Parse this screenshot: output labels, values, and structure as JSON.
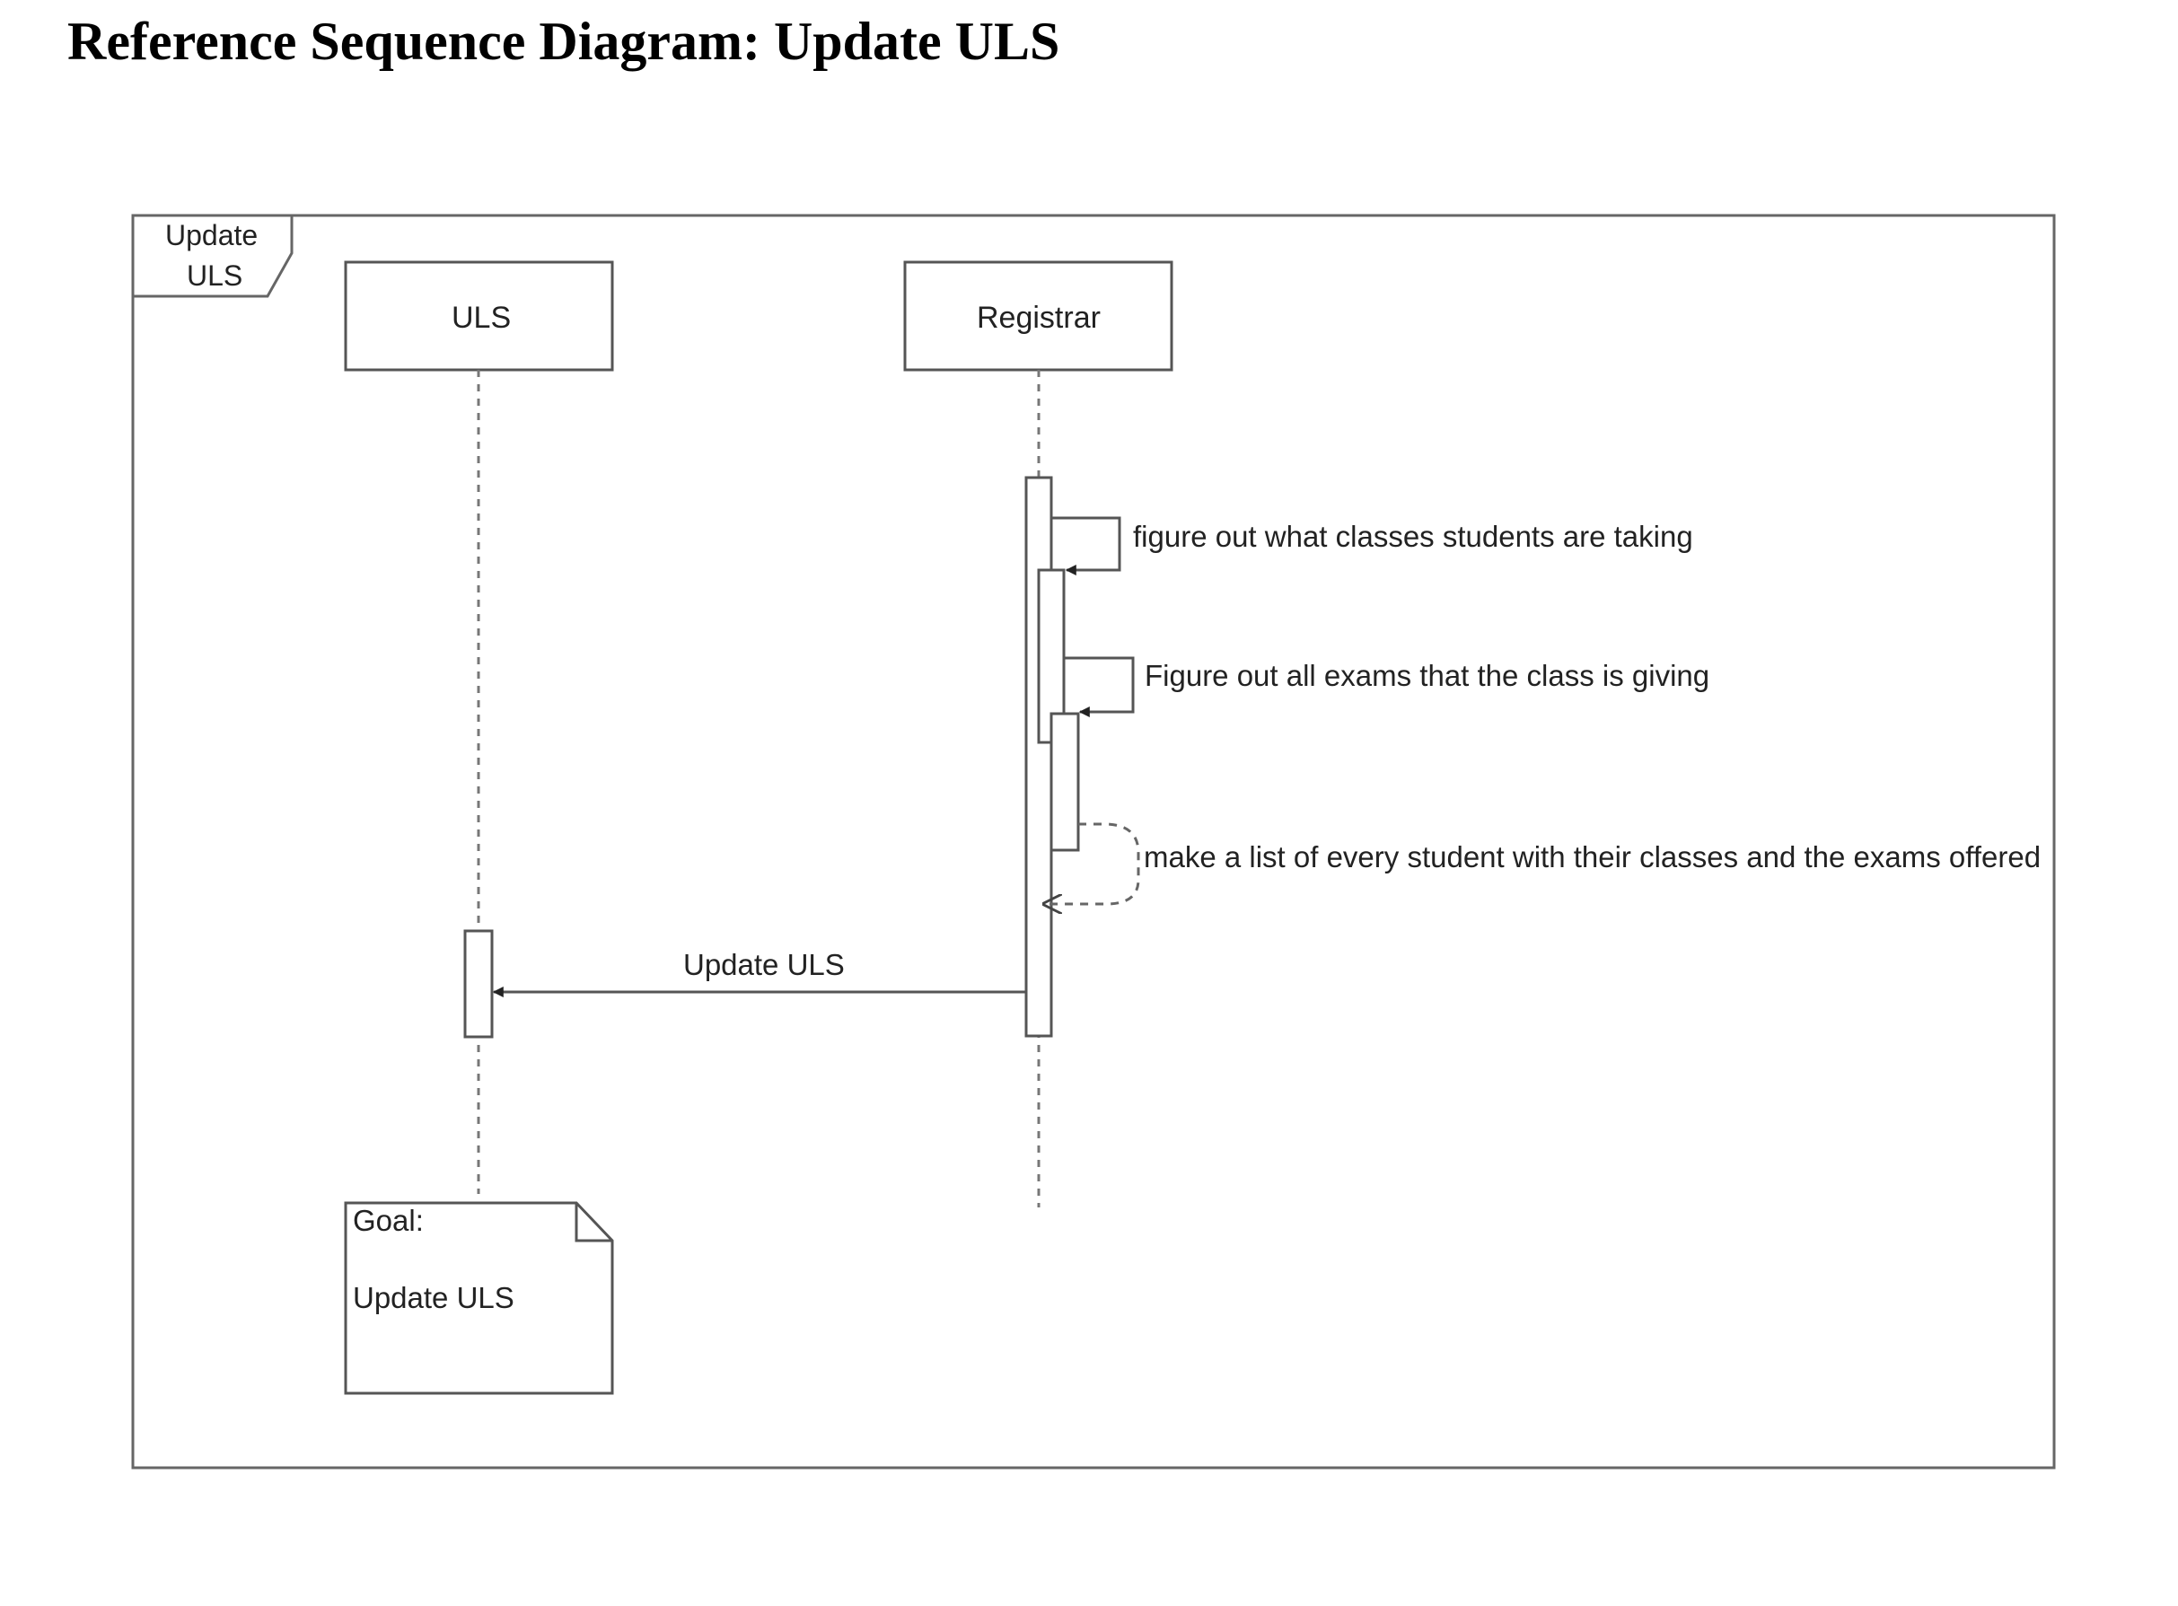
{
  "page_title": "Reference Sequence Diagram: Update ULS",
  "frame": {
    "label_line1": "Update",
    "label_line2": "ULS"
  },
  "lifelines": [
    {
      "id": "uls",
      "label": "ULS"
    },
    {
      "id": "registrar",
      "label": "Registrar"
    }
  ],
  "messages": [
    {
      "id": "m1",
      "text": "figure out what classes students are taking",
      "kind": "self-sync"
    },
    {
      "id": "m2",
      "text": "Figure out all exams that the class is giving",
      "kind": "self-sync"
    },
    {
      "id": "m3",
      "text": "make a list of every student with their classes and the exams offered",
      "kind": "self-return"
    },
    {
      "id": "m4",
      "text": "Update ULS",
      "kind": "sync",
      "from": "registrar",
      "to": "uls"
    }
  ],
  "note": {
    "heading": "Goal:",
    "body": "Update ULS"
  },
  "colors": {
    "line": "#555555",
    "text": "#222222",
    "box_fill": "#ffffff"
  }
}
